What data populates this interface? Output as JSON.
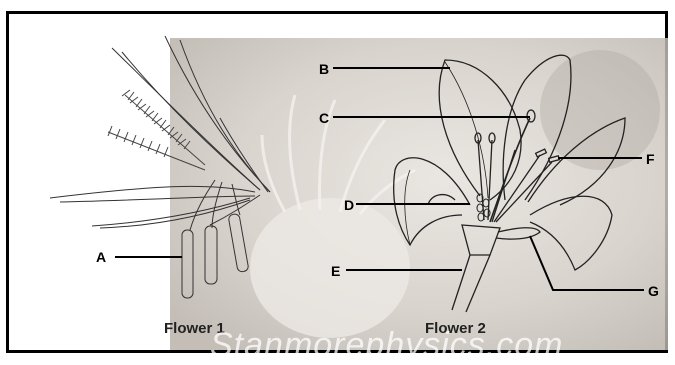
{
  "labels": {
    "a": "A",
    "b": "B",
    "c": "C",
    "d": "D",
    "e": "E",
    "f": "F",
    "g": "G"
  },
  "captions": {
    "flower1": "Flower 1",
    "flower2": "Flower 2"
  },
  "watermark": "Stanmorephysics.com",
  "colors": {
    "frame": "#000000",
    "line": "#222222",
    "photo_bg": "#cfcac4"
  }
}
